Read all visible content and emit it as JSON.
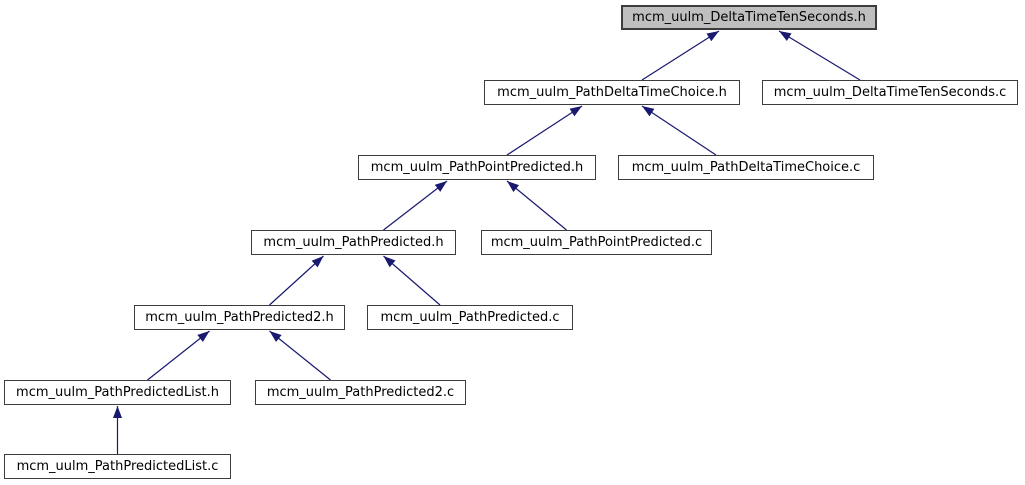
{
  "graph": {
    "kind": "include-dependency-graph",
    "colors": {
      "edge": "#191970",
      "node_border": "#3d3d3d",
      "node_fill": "#ffffff",
      "current_node_fill": "#bfbfbf",
      "text": "#000000",
      "background": "#ffffff"
    },
    "nodes": [
      {
        "id": "dtts_h",
        "label": "mcm_uulm_DeltaTimeTenSeconds.h",
        "current": true
      },
      {
        "id": "pdtc_h",
        "label": "mcm_uulm_PathDeltaTimeChoice.h",
        "current": false
      },
      {
        "id": "dtts_c",
        "label": "mcm_uulm_DeltaTimeTenSeconds.c",
        "current": false
      },
      {
        "id": "pppr_h",
        "label": "mcm_uulm_PathPointPredicted.h",
        "current": false
      },
      {
        "id": "pdtc_c",
        "label": "mcm_uulm_PathDeltaTimeChoice.c",
        "current": false
      },
      {
        "id": "ppr_h",
        "label": "mcm_uulm_PathPredicted.h",
        "current": false
      },
      {
        "id": "pppr_c",
        "label": "mcm_uulm_PathPointPredicted.c",
        "current": false
      },
      {
        "id": "ppr2_h",
        "label": "mcm_uulm_PathPredicted2.h",
        "current": false
      },
      {
        "id": "ppr_c",
        "label": "mcm_uulm_PathPredicted.c",
        "current": false
      },
      {
        "id": "pprl_h",
        "label": "mcm_uulm_PathPredictedList.h",
        "current": false
      },
      {
        "id": "ppr2_c",
        "label": "mcm_uulm_PathPredicted2.c",
        "current": false
      },
      {
        "id": "pprl_c",
        "label": "mcm_uulm_PathPredictedList.c",
        "current": false
      }
    ],
    "edges": [
      {
        "from": "pdtc_h",
        "to": "dtts_h"
      },
      {
        "from": "dtts_c",
        "to": "dtts_h"
      },
      {
        "from": "pppr_h",
        "to": "pdtc_h"
      },
      {
        "from": "pdtc_c",
        "to": "pdtc_h"
      },
      {
        "from": "ppr_h",
        "to": "pppr_h"
      },
      {
        "from": "pppr_c",
        "to": "pppr_h"
      },
      {
        "from": "ppr2_h",
        "to": "ppr_h"
      },
      {
        "from": "ppr_c",
        "to": "ppr_h"
      },
      {
        "from": "pprl_h",
        "to": "ppr2_h"
      },
      {
        "from": "ppr2_c",
        "to": "ppr2_h"
      },
      {
        "from": "pprl_c",
        "to": "pprl_h"
      }
    ]
  }
}
